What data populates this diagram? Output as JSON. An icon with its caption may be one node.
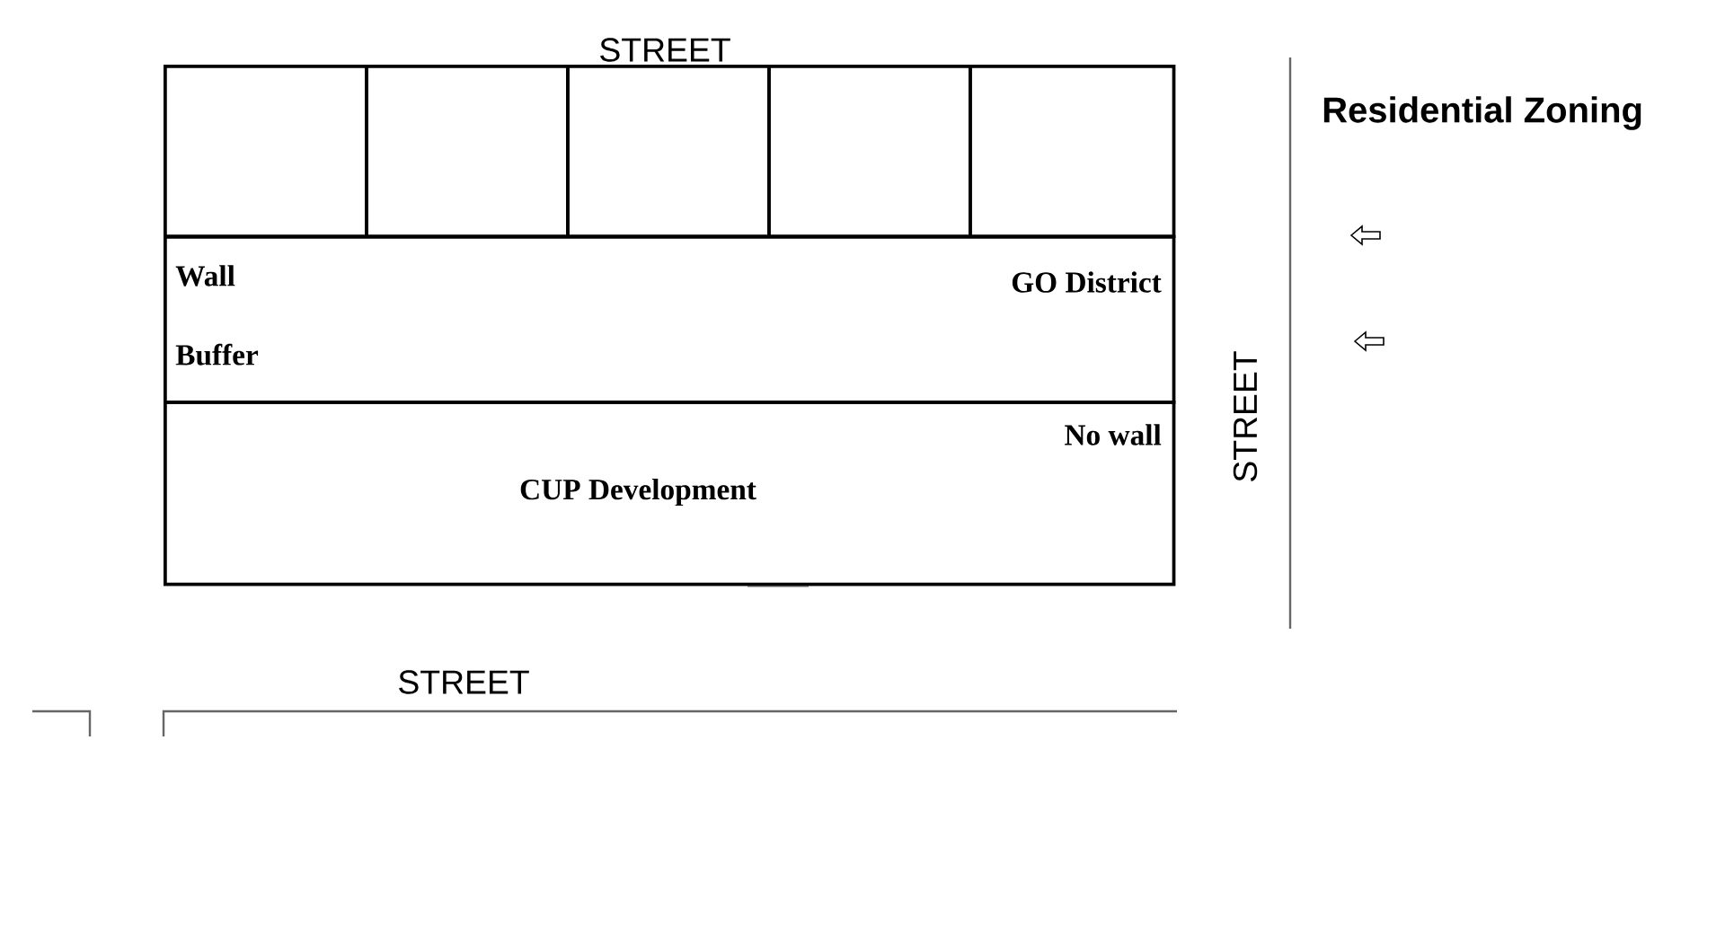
{
  "diagram": {
    "nodes": [
      {
        "text": [],
        "shape": "box"
      },
      {
        "text": [],
        "shape": "box"
      },
      {
        "text": [],
        "shape": "box"
      },
      {
        "text": [],
        "shape": "box"
      },
      {
        "text": [],
        "shape": "box"
      },
      {
        "text": [
          "Wall Buffer",
          "GO District"
        ]
      },
      {
        "text": [
          "No wall",
          "CUP Development"
        ]
      }
    ],
    "edges": [],
    "labels": [
      "STREET",
      "Residential Zoning",
      "STREET",
      "STREET"
    ]
  }
}
